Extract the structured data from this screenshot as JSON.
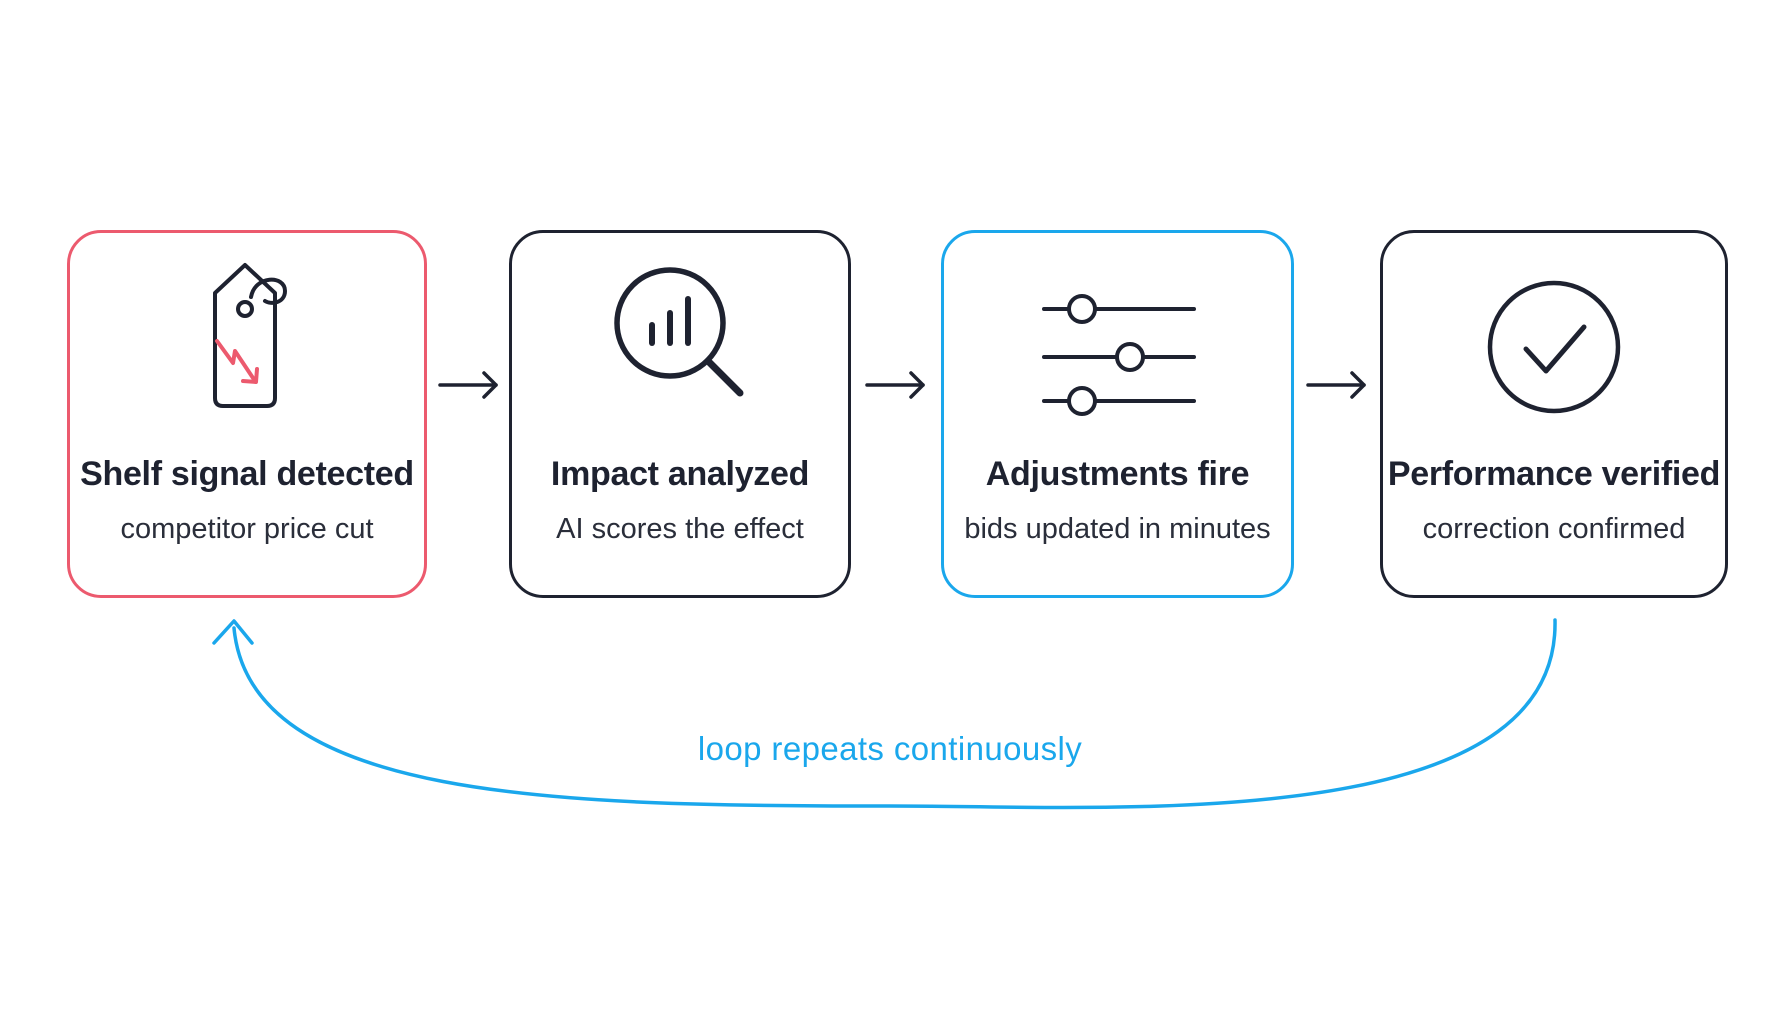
{
  "colors": {
    "ink": "#1e2230",
    "alert_red": "#ec5a6e",
    "accent_blue": "#1aa7ec",
    "background": "#ffffff"
  },
  "steps": [
    {
      "title": "Shelf signal detected",
      "subtitle": "competitor price cut",
      "icon": "price-tag-down-icon",
      "border_color": "#ec5a6e"
    },
    {
      "title": "Impact analyzed",
      "subtitle": "AI scores the effect",
      "icon": "magnifier-chart-icon",
      "border_color": "#1e2230"
    },
    {
      "title": "Adjustments fire",
      "subtitle": "bids updated in minutes",
      "icon": "sliders-icon",
      "border_color": "#1aa7ec"
    },
    {
      "title": "Performance verified",
      "subtitle": "correction confirmed",
      "icon": "check-circle-icon",
      "border_color": "#1e2230"
    }
  ],
  "loop": {
    "label": "loop repeats continuously",
    "color": "#1aa7ec"
  }
}
